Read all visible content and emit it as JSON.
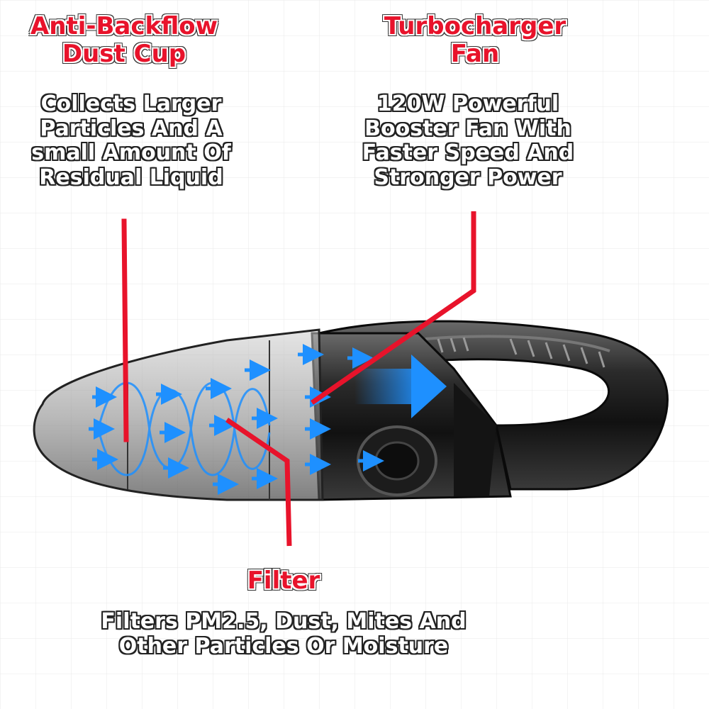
{
  "callouts": {
    "dust_cup": {
      "title_line1": "Anti-Backflow",
      "title_line2": "Dust Cup",
      "desc_line1": "Collects Larger",
      "desc_line2": "Particles And A",
      "desc_line3": "small Amount Of",
      "desc_line4": "Residual Liquid"
    },
    "fan": {
      "title_line1": "Turbocharger",
      "title_line2": "Fan",
      "desc_line1": "120W Powerful",
      "desc_line2": "Booster Fan With",
      "desc_line3": "Faster Speed And",
      "desc_line4": "Stronger Power"
    },
    "filter": {
      "title": "Filter",
      "desc_line1": "Filters PM2.5, Dust, Mites And",
      "desc_line2": "Other Particles Or Moisture"
    }
  },
  "colors": {
    "accent_red": "#e8132b",
    "airflow_blue": "#1e90ff",
    "body_dark": "#1a1a1a"
  }
}
